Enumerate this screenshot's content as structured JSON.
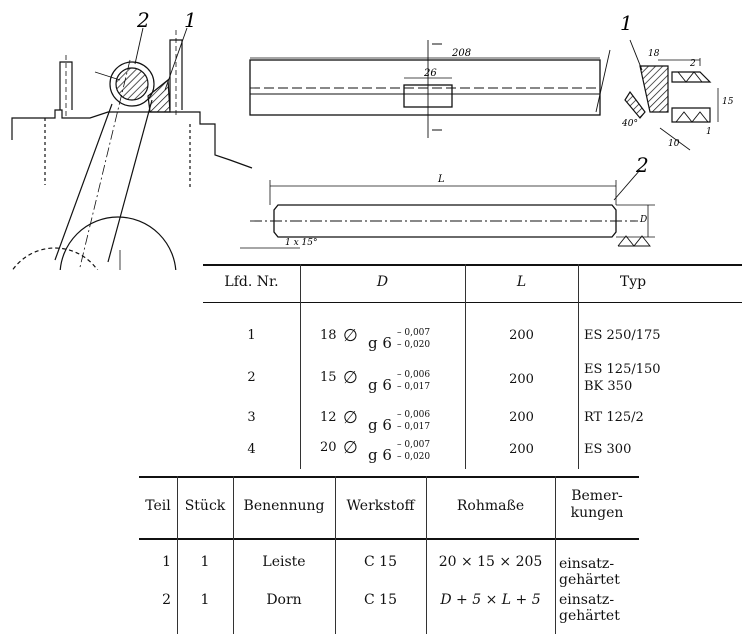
{
  "drawing": {
    "callout_1": "1",
    "callout_2": "2",
    "dim_208": "208",
    "dim_26": "26",
    "dim_L": "L",
    "dim_D": "D",
    "chamfer": "1 x 15°",
    "detail_18": "18",
    "detail_2": "2",
    "detail_15": "15",
    "detail_40": "40°",
    "detail_10": "10",
    "detail_1": "1"
  },
  "table1": {
    "headers": [
      "Lfd. Nr.",
      "D",
      "L",
      "Typ"
    ],
    "rows": [
      {
        "nr": "1",
        "d": "18",
        "sym": "∅",
        "g": "g 6",
        "tol_upper": "– 0,007",
        "tol_lower": "– 0,020",
        "l": "200",
        "typ": [
          "ES 250/175"
        ]
      },
      {
        "nr": "2",
        "d": "15",
        "sym": "∅",
        "g": "g 6",
        "tol_upper": "– 0,006",
        "tol_lower": "– 0,017",
        "l": "200",
        "typ": [
          "ES 125/150",
          "BK 350"
        ]
      },
      {
        "nr": "3",
        "d": "12",
        "sym": "∅",
        "g": "g 6",
        "tol_upper": "– 0,006",
        "tol_lower": "– 0,017",
        "l": "200",
        "typ": [
          "RT 125/2"
        ]
      },
      {
        "nr": "4",
        "d": "20",
        "sym": "∅",
        "g": "g 6",
        "tol_upper": "– 0,007",
        "tol_lower": "– 0,020",
        "l": "200",
        "typ": [
          "ES 300"
        ]
      }
    ]
  },
  "table2": {
    "headers": [
      "Teil",
      "Stück",
      "Benennung",
      "Werkstoff",
      "Rohmaße",
      "Bemer-",
      "kungen"
    ],
    "rows": [
      {
        "teil": "1",
        "stueck": "1",
        "benennung": "Leiste",
        "werkstoff": "C 15",
        "rohmasse": "20 × 15 × 205",
        "rem1": "einsatz-",
        "rem2": "gehärtet"
      },
      {
        "teil": "2",
        "stueck": "1",
        "benennung": "Dorn",
        "werkstoff": "C 15",
        "rohmasse": "D + 5 × L + 5",
        "rem1": "einsatz-",
        "rem2": "gehärtet"
      }
    ]
  }
}
